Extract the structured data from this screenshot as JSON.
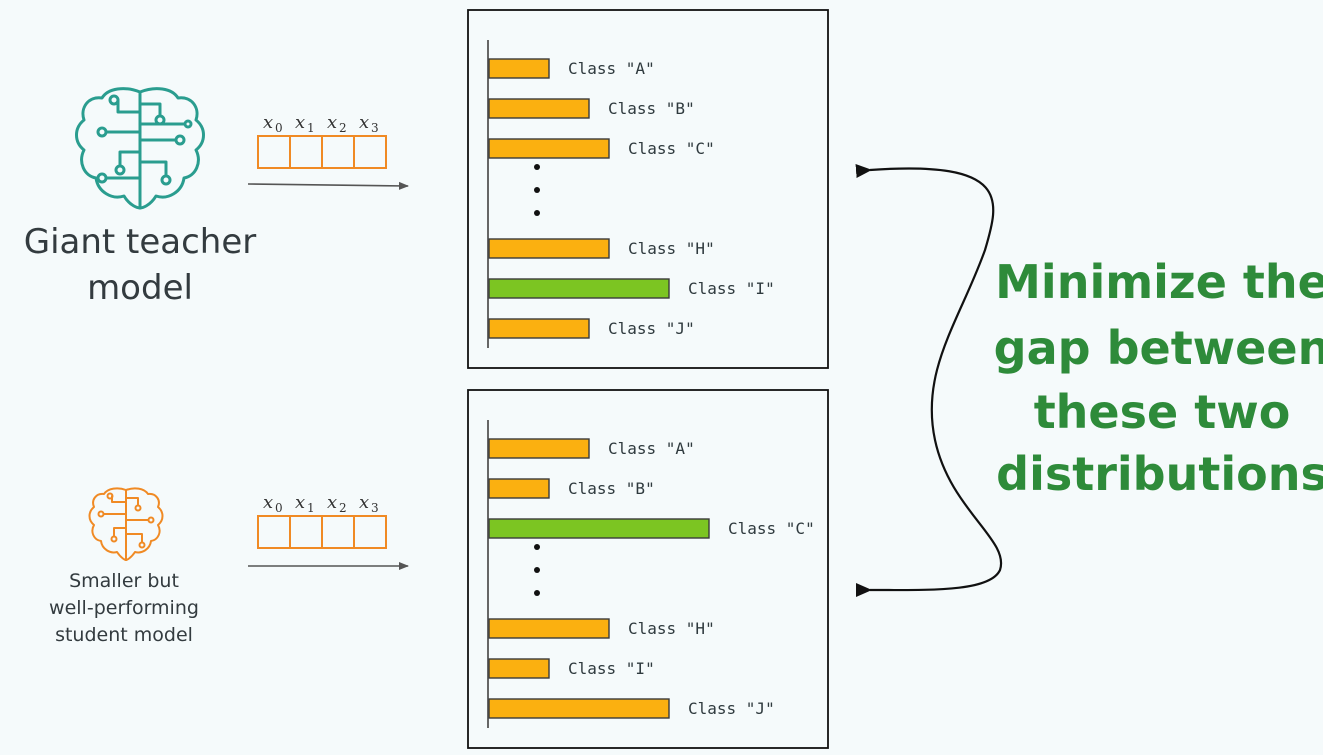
{
  "teacher": {
    "label_line1": "Giant teacher",
    "label_line2": "model",
    "icon": "brain-icon",
    "color": "#2a9d8f",
    "inputs": [
      "x",
      "x",
      "x",
      "x"
    ],
    "input_subscripts": [
      "0",
      "1",
      "2",
      "3"
    ]
  },
  "student": {
    "label_line1": "Smaller but",
    "label_line2": "well-performing",
    "label_line3": "student model",
    "icon": "brain-icon",
    "color": "#f08a24",
    "inputs": [
      "x",
      "x",
      "x",
      "x"
    ],
    "input_subscripts": [
      "0",
      "1",
      "2",
      "3"
    ]
  },
  "annotation": {
    "line1": "Minimize the",
    "line2": "gap between",
    "line3": "these two",
    "line4": "distributions",
    "color": "#2e8b3a"
  },
  "colors": {
    "bar": "#fbb010",
    "highlight_bar": "#7cc522",
    "background": "#f5fafb"
  },
  "chart_data": [
    {
      "type": "bar",
      "orientation": "horizontal",
      "categories": [
        "Class \"A\"",
        "Class \"B\"",
        "Class \"C\"",
        "Class \"H\"",
        "Class \"I\"",
        "Class \"J\""
      ],
      "values": [
        3,
        5,
        6,
        6,
        9,
        5
      ],
      "highlight": "Class \"I\"",
      "ellipsis_after": "Class \"C\""
    },
    {
      "type": "bar",
      "orientation": "horizontal",
      "categories": [
        "Class \"A\"",
        "Class \"B\"",
        "Class \"C\"",
        "Class \"H\"",
        "Class \"I\"",
        "Class \"J\""
      ],
      "values": [
        5,
        3,
        11,
        6,
        3,
        9
      ],
      "highlight": "Class \"C\"",
      "ellipsis_after": "Class \"C\""
    }
  ]
}
